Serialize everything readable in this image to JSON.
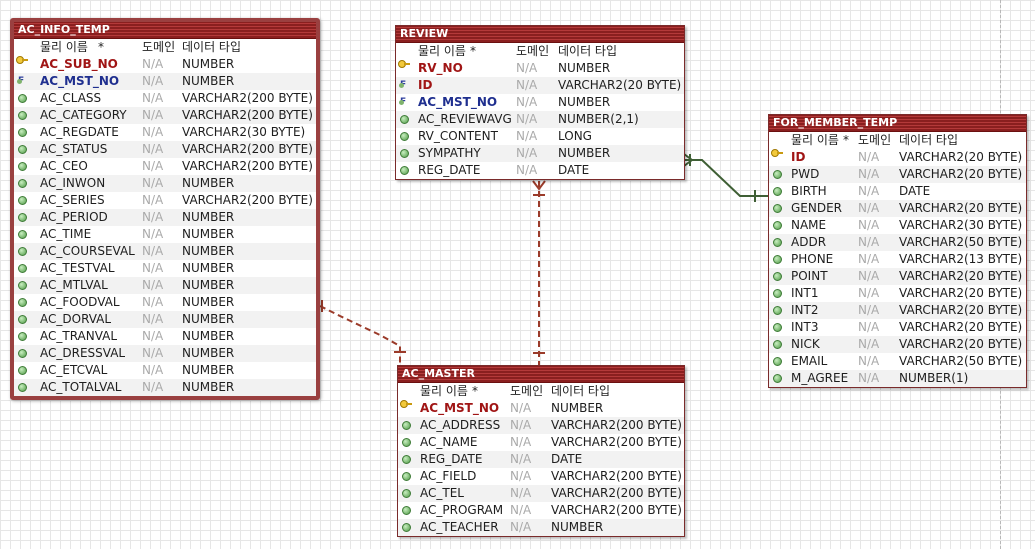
{
  "colors": {
    "header": "#8a1f1f",
    "pk_name": "#a01515",
    "fk_name": "#1f2f8f",
    "identifying_rel": "#9b3b2a",
    "nonidentifying_rel": "#3f5f35"
  },
  "column_headers": {
    "physical_name": "물리 이름",
    "domain": "도메인",
    "datatype": "데이터 타입"
  },
  "tables": {
    "ac_info_temp": {
      "name": "AC_INFO_TEMP",
      "columns": [
        {
          "name": "AC_SUB_NO",
          "domain": "N/A",
          "type": "NUMBER",
          "key": "pk"
        },
        {
          "name": "AC_MST_NO",
          "domain": "N/A",
          "type": "NUMBER",
          "key": "fk"
        },
        {
          "name": "AC_CLASS",
          "domain": "N/A",
          "type": "VARCHAR2(200 BYTE)",
          "key": ""
        },
        {
          "name": "AC_CATEGORY",
          "domain": "N/A",
          "type": "VARCHAR2(200 BYTE)",
          "key": ""
        },
        {
          "name": "AC_REGDATE",
          "domain": "N/A",
          "type": "VARCHAR2(30 BYTE)",
          "key": ""
        },
        {
          "name": "AC_STATUS",
          "domain": "N/A",
          "type": "VARCHAR2(200 BYTE)",
          "key": ""
        },
        {
          "name": "AC_CEO",
          "domain": "N/A",
          "type": "VARCHAR2(200 BYTE)",
          "key": ""
        },
        {
          "name": "AC_INWON",
          "domain": "N/A",
          "type": "NUMBER",
          "key": ""
        },
        {
          "name": "AC_SERIES",
          "domain": "N/A",
          "type": "VARCHAR2(200 BYTE)",
          "key": ""
        },
        {
          "name": "AC_PERIOD",
          "domain": "N/A",
          "type": "NUMBER",
          "key": ""
        },
        {
          "name": "AC_TIME",
          "domain": "N/A",
          "type": "NUMBER",
          "key": ""
        },
        {
          "name": "AC_COURSEVAL",
          "domain": "N/A",
          "type": "NUMBER",
          "key": ""
        },
        {
          "name": "AC_TESTVAL",
          "domain": "N/A",
          "type": "NUMBER",
          "key": ""
        },
        {
          "name": "AC_MTLVAL",
          "domain": "N/A",
          "type": "NUMBER",
          "key": ""
        },
        {
          "name": "AC_FOODVAL",
          "domain": "N/A",
          "type": "NUMBER",
          "key": ""
        },
        {
          "name": "AC_DORVAL",
          "domain": "N/A",
          "type": "NUMBER",
          "key": ""
        },
        {
          "name": "AC_TRANVAL",
          "domain": "N/A",
          "type": "NUMBER",
          "key": ""
        },
        {
          "name": "AC_DRESSVAL",
          "domain": "N/A",
          "type": "NUMBER",
          "key": ""
        },
        {
          "name": "AC_ETCVAL",
          "domain": "N/A",
          "type": "NUMBER",
          "key": ""
        },
        {
          "name": "AC_TOTALVAL",
          "domain": "N/A",
          "type": "NUMBER",
          "key": ""
        }
      ]
    },
    "review": {
      "name": "REVIEW",
      "columns": [
        {
          "name": "RV_NO",
          "domain": "N/A",
          "type": "NUMBER",
          "key": "pk"
        },
        {
          "name": "ID",
          "domain": "N/A",
          "type": "VARCHAR2(20 BYTE)",
          "key": "pfk"
        },
        {
          "name": "AC_MST_NO",
          "domain": "N/A",
          "type": "NUMBER",
          "key": "fk"
        },
        {
          "name": "AC_REVIEWAVG",
          "domain": "N/A",
          "type": "NUMBER(2,1)",
          "key": ""
        },
        {
          "name": "RV_CONTENT",
          "domain": "N/A",
          "type": "LONG",
          "key": ""
        },
        {
          "name": "SYMPATHY",
          "domain": "N/A",
          "type": "NUMBER",
          "key": ""
        },
        {
          "name": "REG_DATE",
          "domain": "N/A",
          "type": "DATE",
          "key": ""
        }
      ]
    },
    "ac_master": {
      "name": "AC_MASTER",
      "columns": [
        {
          "name": "AC_MST_NO",
          "domain": "N/A",
          "type": "NUMBER",
          "key": "pk"
        },
        {
          "name": "AC_ADDRESS",
          "domain": "N/A",
          "type": "VARCHAR2(200 BYTE)",
          "key": ""
        },
        {
          "name": "AC_NAME",
          "domain": "N/A",
          "type": "VARCHAR2(200 BYTE)",
          "key": ""
        },
        {
          "name": "REG_DATE",
          "domain": "N/A",
          "type": "DATE",
          "key": ""
        },
        {
          "name": "AC_FIELD",
          "domain": "N/A",
          "type": "VARCHAR2(200 BYTE)",
          "key": ""
        },
        {
          "name": "AC_TEL",
          "domain": "N/A",
          "type": "VARCHAR2(200 BYTE)",
          "key": ""
        },
        {
          "name": "AC_PROGRAM",
          "domain": "N/A",
          "type": "VARCHAR2(200 BYTE)",
          "key": ""
        },
        {
          "name": "AC_TEACHER",
          "domain": "N/A",
          "type": "NUMBER",
          "key": ""
        }
      ]
    },
    "for_member_temp": {
      "name": "FOR_MEMBER_TEMP",
      "columns": [
        {
          "name": "ID",
          "domain": "N/A",
          "type": "VARCHAR2(20 BYTE)",
          "key": "pk"
        },
        {
          "name": "PWD",
          "domain": "N/A",
          "type": "VARCHAR2(20 BYTE)",
          "key": ""
        },
        {
          "name": "BIRTH",
          "domain": "N/A",
          "type": "DATE",
          "key": ""
        },
        {
          "name": "GENDER",
          "domain": "N/A",
          "type": "VARCHAR2(20 BYTE)",
          "key": ""
        },
        {
          "name": "NAME",
          "domain": "N/A",
          "type": "VARCHAR2(30 BYTE)",
          "key": ""
        },
        {
          "name": "ADDR",
          "domain": "N/A",
          "type": "VARCHAR2(50 BYTE)",
          "key": ""
        },
        {
          "name": "PHONE",
          "domain": "N/A",
          "type": "VARCHAR2(13 BYTE)",
          "key": ""
        },
        {
          "name": "POINT",
          "domain": "N/A",
          "type": "VARCHAR2(20 BYTE)",
          "key": ""
        },
        {
          "name": "INT1",
          "domain": "N/A",
          "type": "VARCHAR2(20 BYTE)",
          "key": ""
        },
        {
          "name": "INT2",
          "domain": "N/A",
          "type": "VARCHAR2(20 BYTE)",
          "key": ""
        },
        {
          "name": "INT3",
          "domain": "N/A",
          "type": "VARCHAR2(20 BYTE)",
          "key": ""
        },
        {
          "name": "NICK",
          "domain": "N/A",
          "type": "VARCHAR2(20 BYTE)",
          "key": ""
        },
        {
          "name": "EMAIL",
          "domain": "N/A",
          "type": "VARCHAR2(50 BYTE)",
          "key": ""
        },
        {
          "name": "M_AGREE",
          "domain": "N/A",
          "type": "NUMBER(1)",
          "key": ""
        }
      ]
    }
  }
}
